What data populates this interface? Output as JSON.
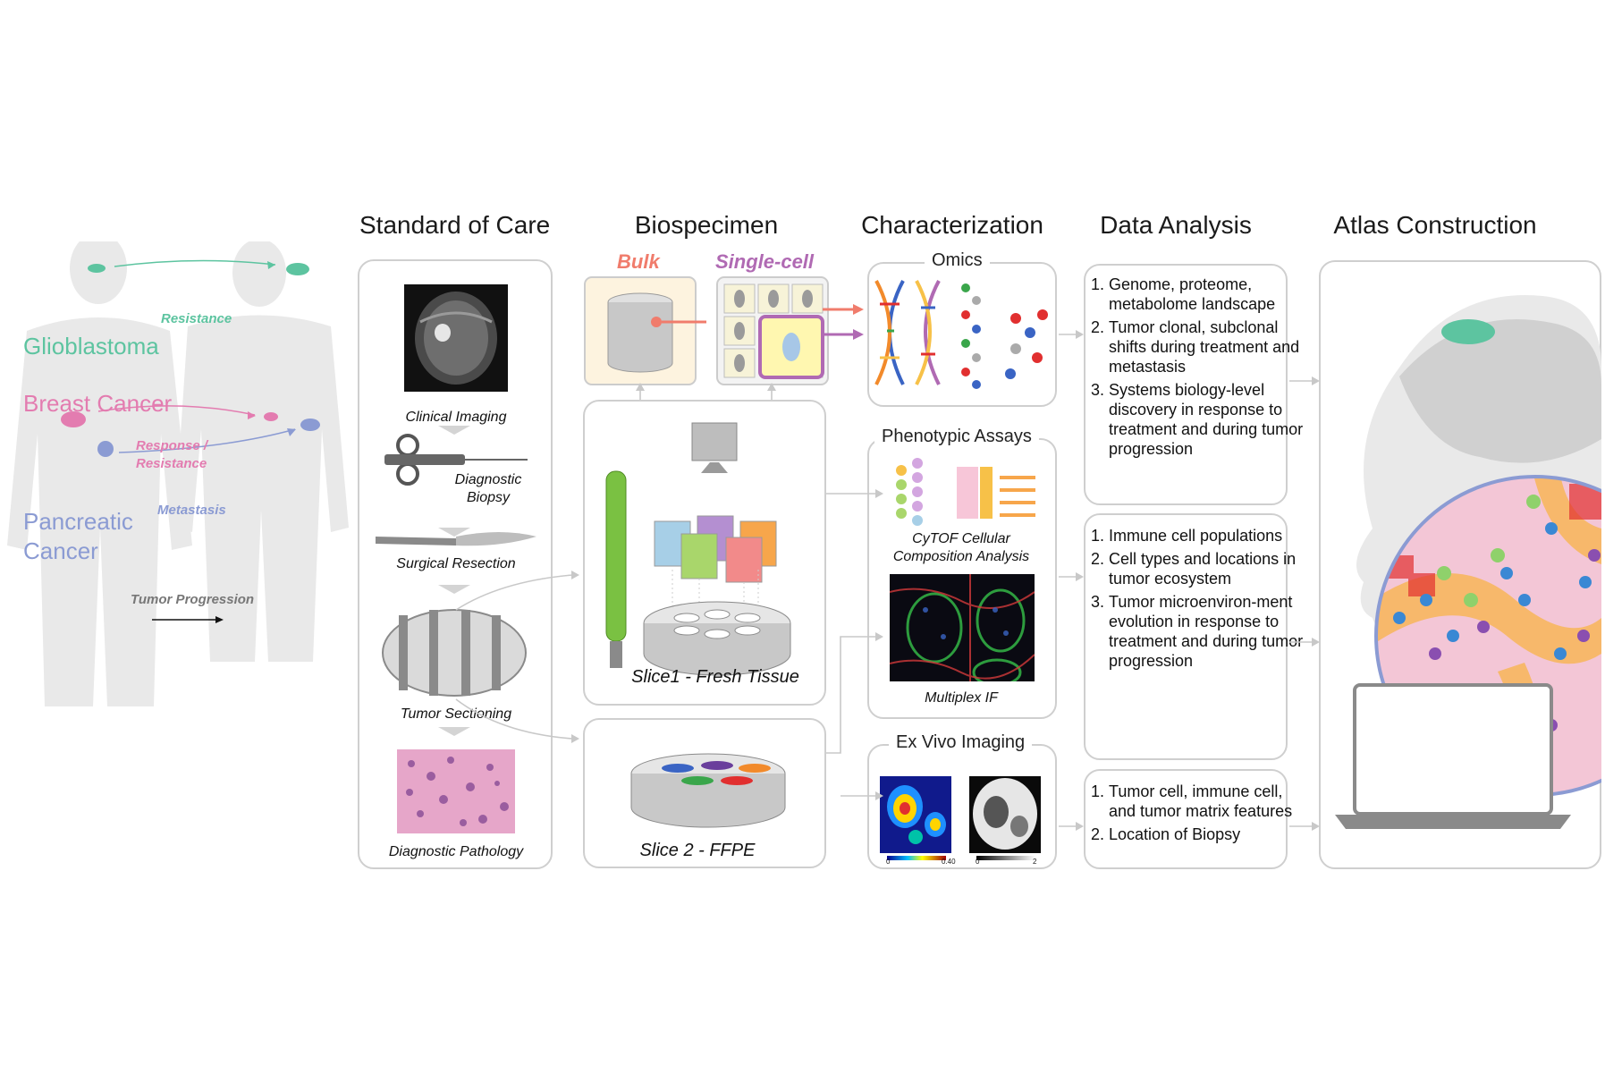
{
  "left": {
    "diseases": [
      {
        "name": "Glioblastoma",
        "color": "#5dc4a0"
      },
      {
        "name": "Breast Cancer",
        "color": "#e37cb0"
      },
      {
        "name": "Pancreatic",
        "color": "#8b9bd3"
      },
      {
        "name": "Cancer",
        "color": "#8b9bd3"
      }
    ],
    "arrows": {
      "resistance": "Resistance",
      "response_line1": "Response /",
      "response_line2": "Resistance",
      "metastasis": "Metastasis",
      "progression": "Tumor Progression"
    }
  },
  "columns": {
    "standard_of_care": "Standard of Care",
    "biospecimen": "Biospecimen",
    "characterization": "Characterization",
    "data_analysis": "Data Analysis",
    "atlas_construction": "Atlas Construction"
  },
  "standard_of_care": {
    "steps": [
      "Clinical Imaging",
      "Diagnostic",
      "Biopsy",
      "Surgical Resection",
      "Tumor Sectioning",
      "Diagnostic Pathology"
    ]
  },
  "biospecimen": {
    "bulk": "Bulk",
    "single_cell": "Single-cell",
    "slice1": "Slice1 - Fresh Tissue",
    "slice2": "Slice 2 - FFPE"
  },
  "characterization": {
    "omics": "Omics",
    "phenotypic": "Phenotypic Assays",
    "cytof_line1": "CyTOF Cellular",
    "cytof_line2": "Composition Analysis",
    "multiplex": "Multiplex IF",
    "exvivo": "Ex Vivo Imaging",
    "scale1_min": "0",
    "scale1_max": "0.40",
    "scale2_min": "0",
    "scale2_max": "2"
  },
  "data_analysis": {
    "box1": [
      "Genome, proteome, metabolome landscape",
      "Tumor clonal, subclonal shifts during treatment and metastasis",
      "Systems biology-level discovery in response to treatment and during tumor progression"
    ],
    "box2": [
      "Immune cell populations",
      "Cell types and locations in tumor ecosystem",
      "Tumor microenviron-ment evolution in response to treatment and during tumor progression"
    ],
    "box3": [
      "Tumor cell, immune cell, and tumor matrix features",
      "Location of Biopsy"
    ]
  },
  "colors": {
    "bulk": "#f07c6c",
    "single_cell": "#b06ab3",
    "panel_border": "#cfcfcf",
    "arrow_gray": "#c8c8c8"
  }
}
